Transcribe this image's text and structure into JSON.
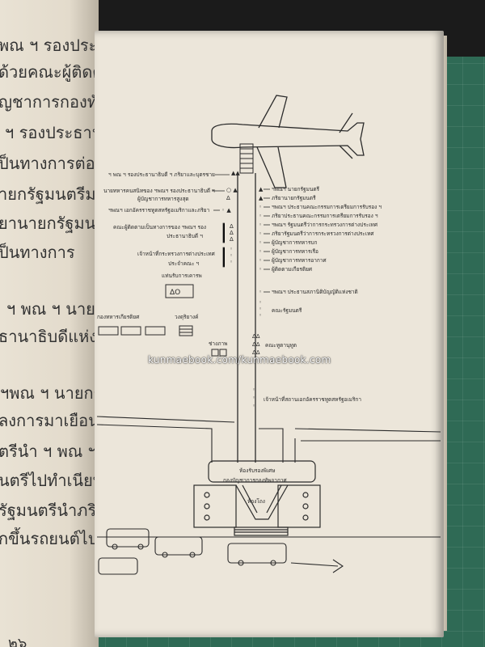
{
  "left_page": {
    "lines": [
      "พณ ฯ รองประธา",
      "ด้วยคณะผู้ติดตามเดิ",
      "ญชาการกองทัพอากา",
      "ฯ รองประธานาธิบดี",
      "ป็นทางการต่อ ฯพณ",
      "ายกรัฐมนตรีมอบพว",
      "ยานายกรัฐมนตรีมอ",
      "ป็นทางการ",
      "ฯ พณ ฯ นายกรัฐม",
      "ธานาธิบดีแห่งสหรัฐ",
      "ฯพณ ฯ นายกรัฐมนตรีเป",
      "ลงการมาเยือนฯ พณ",
      "ตรีนำ ฯ พณ ฯ รอง",
      "นตรีไปทำเนียบรัฐบ",
      "รัฐมนตรีนำภริยา ฯ",
      "กขึ้นรถยนต์ไปร"
    ],
    "page_number": "๒๖"
  },
  "diagram": {
    "left_labels": [
      "ฯ พณ ฯ รองประธานาธิบดี ฯ  ภริยาและบุตรชาย",
      "นายทหารคนสนิทของ ฯพณฯ รองประธานาธิบดี ฯ",
      "ผู้บัญชาการทหารสูงสุด",
      "ฯพณฯ เอกอัครราชทูตสหรัฐอเมริกาและภริยา",
      "คณะผู้ติดตามเป็นทางการของ ฯพณฯ รอง",
      "ประธานาธิบดี ฯ",
      "เจ้าหน้าที่กระทรวงการต่างประเทศ",
      "ประจำคณะ ฯ"
    ],
    "right_labels": [
      "ฯพณฯ  นายกรัฐมนตรี",
      "ภริยานายกรัฐมนตรี",
      "ฯพณฯ ประธานคณะกรรมการเตรียมการรับรอง ฯ",
      "ภริยาประธานคณะกรรมการเตรียมการรับรอง ฯ",
      "ฯพณฯ รัฐมนตรีว่าการกระทรวงการต่างประเทศ",
      "ภริยารัฐมนตรีว่าการกระทรวงการต่างประเทศ",
      "ผู้บัญชาการทหารบก",
      "ผู้บัญชาการทหารเรือ",
      "ผู้บัญชาการทหารอากาศ",
      "ผู้ติดตามเกียรติยศ",
      "ฯพณฯ ประธานสภานิติบัญญัติแห่งชาติ",
      "คณะรัฐมนตรี",
      "คณะทูตานุทูต",
      "เจ้าหน้าที่สถานเอกอัครราชทูตสหรัฐอเมริกา"
    ],
    "honor_guard_label": "แท่นรับการเคารพ",
    "honor_guard_symbols": "ΔO",
    "cars_label": "กองทหารเกียรติยศ",
    "band_label": "วงดุริยางค์",
    "photographer_label": "ช่างภาพ",
    "vip_room_label": "ห้องรับรองพิเศษ",
    "vip_room_label2": "กองบัญชาการกองทัพอากาศ",
    "hall_label": "ห้องโถง"
  },
  "watermark": "kunmaebook.com/kunmaebook.com"
}
